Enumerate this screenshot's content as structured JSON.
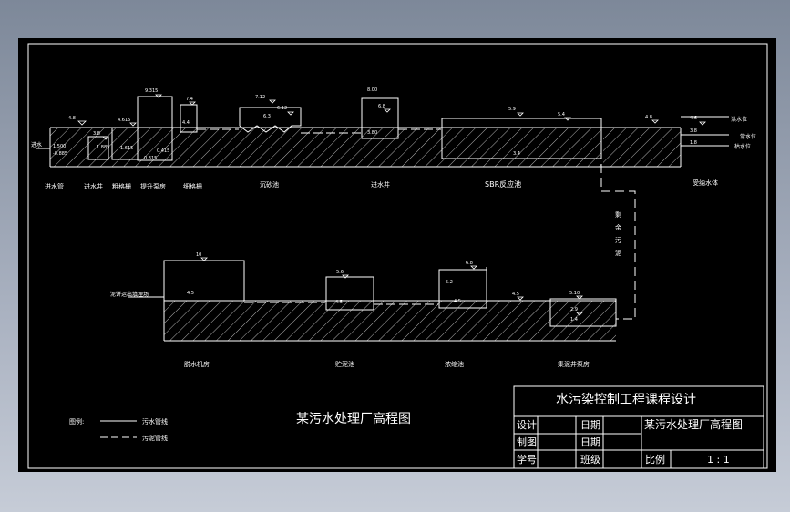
{
  "title": "某污水处理厂高程图",
  "upper_row": {
    "labels": [
      "进水管",
      "进水井",
      "粗格栅",
      "提升泵房",
      "细格栅",
      "沉砂池",
      "进水井",
      "SBR反应池",
      "受纳水体"
    ],
    "inlet_tag": "进水",
    "levels": [
      "4.8",
      "3.8",
      "1.885",
      "4.615",
      "1.615",
      "9.315",
      "0.315",
      "0.415",
      "7.4",
      "4.4",
      "7.12",
      "6.12",
      "6.3",
      "8.00",
      "6.8",
      "3.80",
      "5.9",
      "5.4",
      "3.4",
      "4.8",
      "4.6",
      "3.8",
      "1.8"
    ],
    "small_left_values": [
      "1.500",
      "-0.885"
    ],
    "outfall_labels": [
      "洪水位",
      "常水位",
      "枯水位"
    ]
  },
  "lower_row": {
    "labels": [
      "脱水机房",
      "贮泥池",
      "浓缩池",
      "集泥井泵房"
    ],
    "sludge_outlet": "泥饼运出填埋场",
    "levels": [
      "10",
      "4.5",
      "5.6",
      "4.5",
      "6.8",
      "5.2",
      "4.5",
      "4.5",
      "5.10",
      "2.9",
      "1.4"
    ],
    "vertical_label": [
      "剩",
      "余",
      "污",
      "泥"
    ]
  },
  "legend": {
    "heading": "图例:",
    "items": [
      "污水管线",
      "污泥管线"
    ]
  },
  "title_block": {
    "course": "水污染控制工程课程设计",
    "drawing_name": "某污水处理厂高程图",
    "rows": [
      {
        "label": "设计",
        "date_label": "日期"
      },
      {
        "label": "制图",
        "date_label": "日期"
      },
      {
        "label": "学号",
        "date_label": "班级"
      }
    ],
    "scale_label": "比例",
    "scale_value": "1 : 1"
  }
}
